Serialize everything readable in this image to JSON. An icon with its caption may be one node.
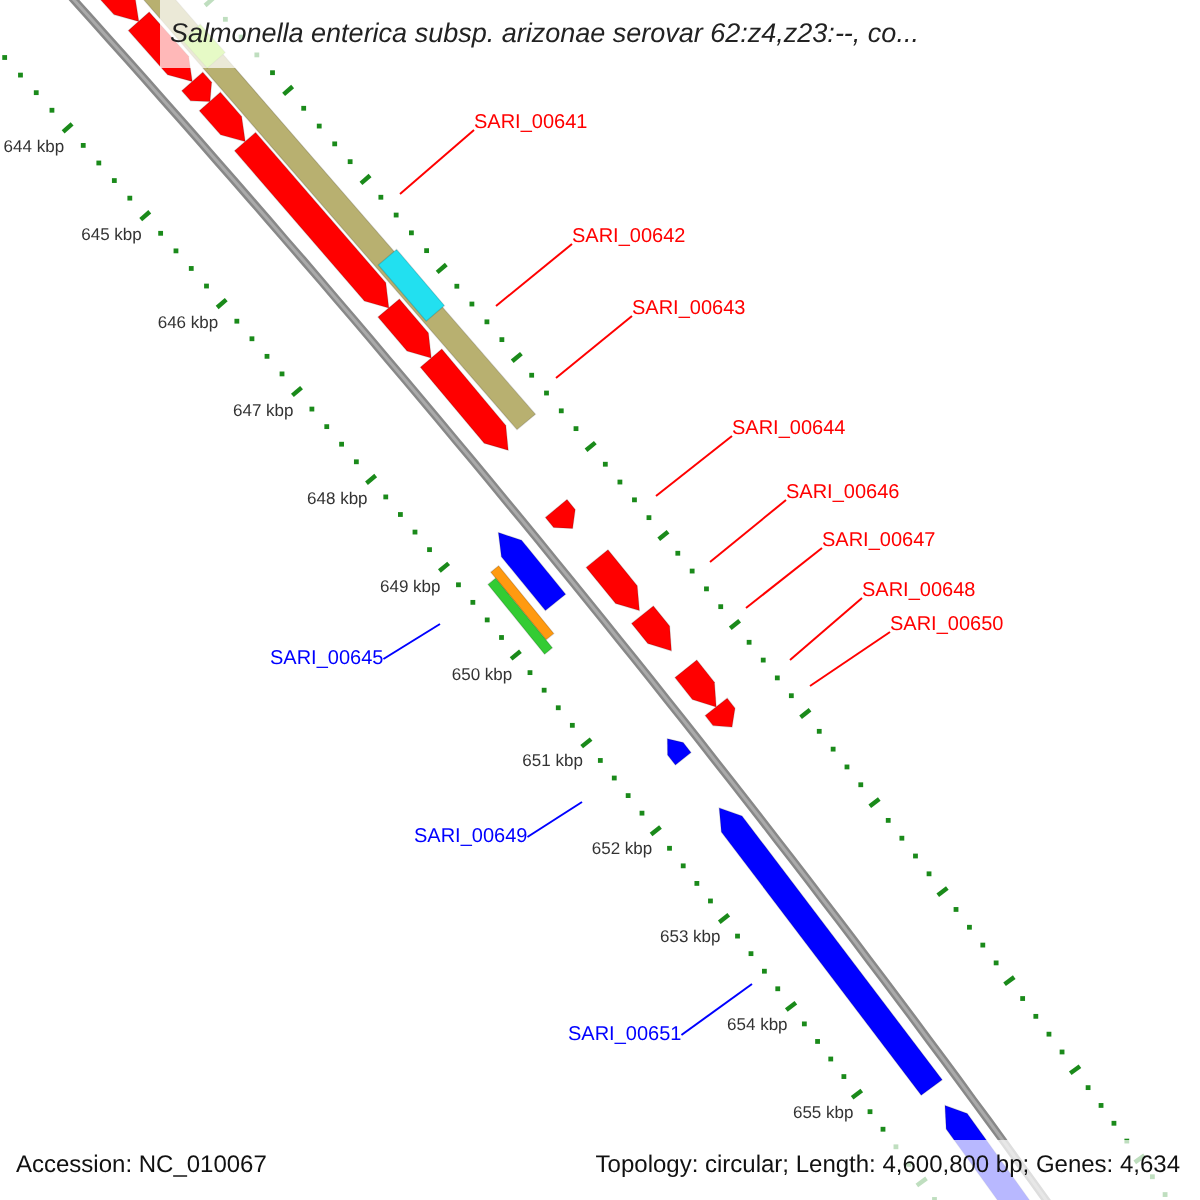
{
  "diagram": {
    "title": "Salmonella enterica subsp. arizonae serovar 62:z4,z23:--, co...",
    "nodes": [
      {
        "text": [
          "SARI_00641"
        ]
      },
      {
        "text": [
          "SARI_00642"
        ]
      },
      {
        "text": [
          "SARI_00643"
        ]
      },
      {
        "text": [
          "SARI_00644"
        ]
      },
      {
        "text": [
          "SARI_00646"
        ]
      },
      {
        "text": [
          "SARI_00647"
        ]
      },
      {
        "text": [
          "SARI_00648"
        ]
      },
      {
        "text": [
          "SARI_00650"
        ]
      },
      {
        "text": [
          "SARI_00645"
        ]
      },
      {
        "text": [
          "SARI_00649"
        ]
      },
      {
        "text": [
          "SARI_00651"
        ]
      }
    ],
    "edges": [
      {
        "from": 0,
        "to": null,
        "arrow": "none"
      },
      {
        "from": 1,
        "to": null,
        "arrow": "none"
      },
      {
        "from": 2,
        "to": null,
        "arrow": "none"
      },
      {
        "from": 3,
        "to": null,
        "arrow": "none"
      },
      {
        "from": 4,
        "to": null,
        "arrow": "none"
      },
      {
        "from": 5,
        "to": null,
        "arrow": "none"
      },
      {
        "from": 6,
        "to": null,
        "arrow": "none"
      },
      {
        "from": 7,
        "to": null,
        "arrow": "none"
      },
      {
        "from": 8,
        "to": null,
        "arrow": "none",
        "color": "#0000ff"
      },
      {
        "from": 9,
        "to": null,
        "arrow": "none",
        "color": "#0000ff"
      },
      {
        "from": 10,
        "to": null,
        "arrow": "none",
        "color": "#0000ff"
      }
    ],
    "labels": [
      "644 kbp",
      "645 kbp",
      "646 kbp",
      "647 kbp",
      "648 kbp",
      "649 kbp",
      "650 kbp",
      "651 kbp",
      "652 kbp",
      "653 kbp",
      "654 kbp",
      "655 kbp",
      "Accession: NC_010067",
      "Topology: circular; Length: 4,600,800 bp; Genes: 4,634"
    ]
  }
}
